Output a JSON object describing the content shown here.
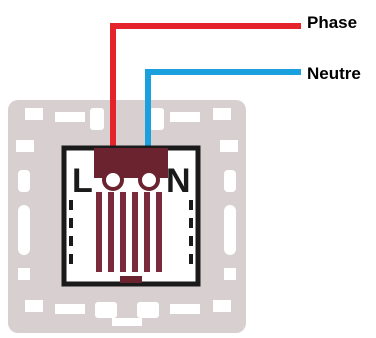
{
  "wires": {
    "phase": {
      "label": "Phase",
      "color": "#e4232a"
    },
    "neutre": {
      "label": "Neutre",
      "color": "#1aa0dc"
    }
  },
  "terminals": {
    "live": "L",
    "neutral": "N"
  },
  "colors": {
    "plate": "#d8cfd1",
    "plate_cutout": "#ffffff",
    "mechanism_body": "#ffffff",
    "mechanism_outline": "#1a1a1a",
    "slot": "#7a2a3a",
    "screw_ring": "#6b2330"
  }
}
